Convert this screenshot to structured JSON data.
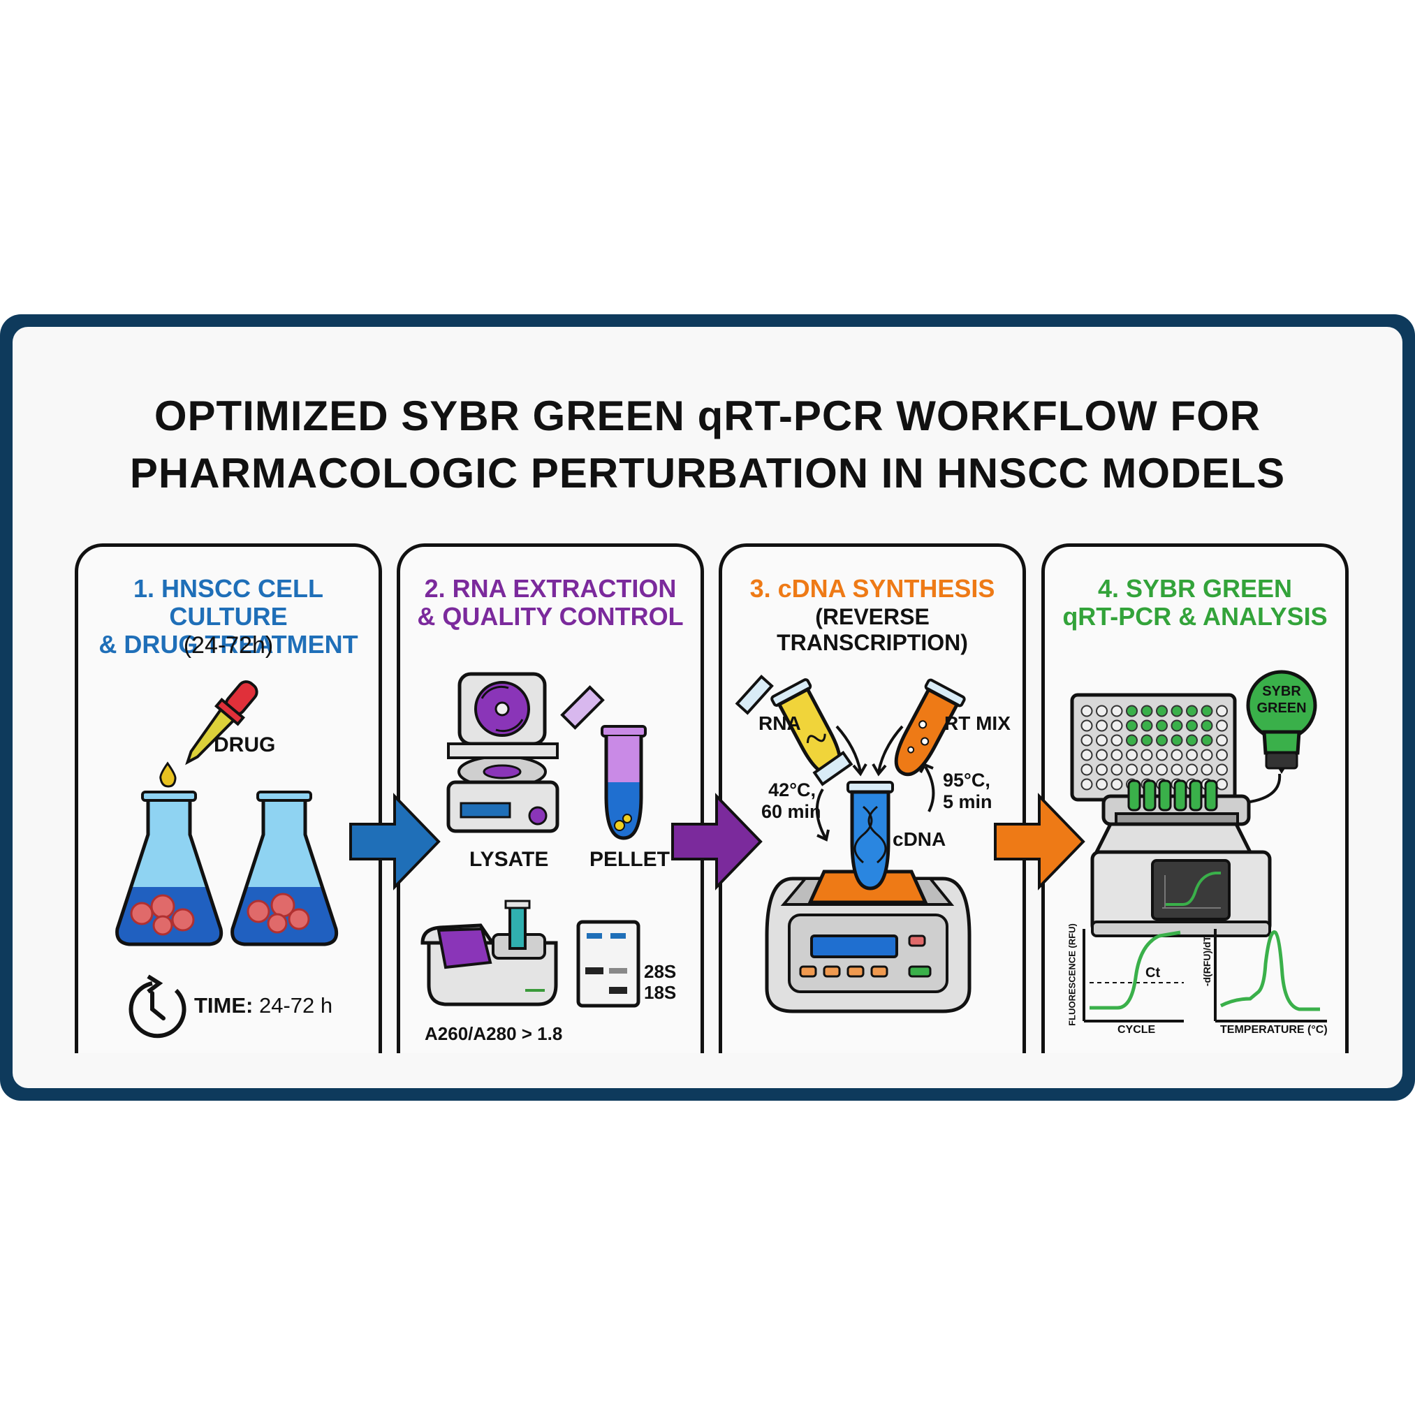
{
  "title": {
    "line1": "OPTIMIZED SYBR GREEN qRT-PCR WORKFLOW FOR",
    "line2": "PHARMACOLOGIC PERTURBATION IN HNSCC MODELS"
  },
  "colors": {
    "frame": "#0e3a5c",
    "step1": "#1f6fb8",
    "step2": "#7b2a9c",
    "step3": "#ee7a16",
    "step4": "#33a33a"
  },
  "steps": [
    {
      "title1": "1. HNSCC CELL CULTURE",
      "title2": "& DRUG TREATMENT",
      "subtitle": "(24-72h)",
      "labels": {
        "drug": "DRUG",
        "time_key": "TIME:",
        "time_val": "24-72 h"
      },
      "icons": [
        "dropper-icon",
        "flask-icon",
        "clock-icon"
      ]
    },
    {
      "title1": "2. RNA EXTRACTION",
      "title2": "& QUALITY CONTROL",
      "labels": {
        "lysate": "LYSATE",
        "pellet": "PELLET",
        "band28": "28S",
        "band18": "18S",
        "ratio": "A260/A280 > 1.8"
      },
      "icons": [
        "centrifuge-icon",
        "tube-icon",
        "spectrophotometer-icon",
        "gel-icon"
      ]
    },
    {
      "title1": "3. cDNA SYNTHESIS",
      "title2": "(REVERSE TRANSCRIPTION)",
      "labels": {
        "rna": "RNA",
        "rtmix": "RT MIX",
        "t1a": "42°C,",
        "t1b": "60 min",
        "t2a": "95°C,",
        "t2b": "5 min",
        "cdna": "cDNA"
      },
      "icons": [
        "tube-icon",
        "thermocycler-icon"
      ]
    },
    {
      "title1": "4. SYBR GREEN",
      "title2": "qRT-PCR & ANALYSIS",
      "labels": {
        "bulb1": "SYBR",
        "bulb2": "GREEN",
        "ct": "Ct",
        "ylab1": "FLUORESCENCE (RFU)",
        "xlab1": "CYCLE",
        "ylab2": "-d(RFU)/dT",
        "xlab2": "TEMPERATURE (°C)"
      },
      "icons": [
        "plate-icon",
        "bulb-icon",
        "qpcr-machine-icon"
      ]
    }
  ]
}
